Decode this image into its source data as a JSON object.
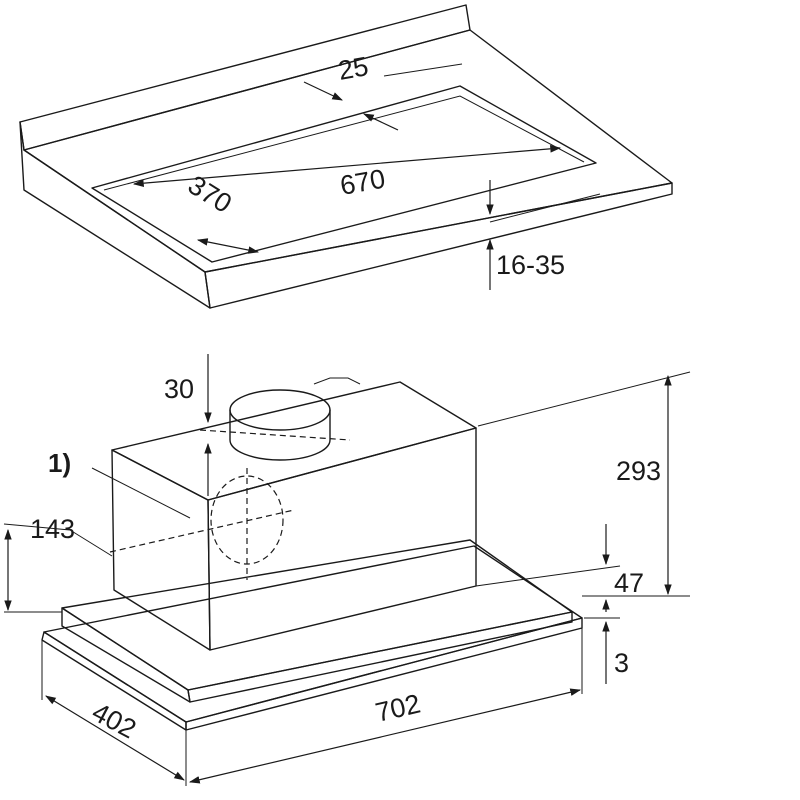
{
  "countertop": {
    "dimensions": {
      "d25": "25",
      "d670": "670",
      "d370": "370",
      "d1635": "16-35"
    }
  },
  "hood": {
    "dimensions": {
      "d30": "30",
      "d293": "293",
      "d47": "47",
      "d3": "3",
      "d143": "143",
      "d702": "702",
      "d402": "402"
    },
    "callout": "1)"
  }
}
